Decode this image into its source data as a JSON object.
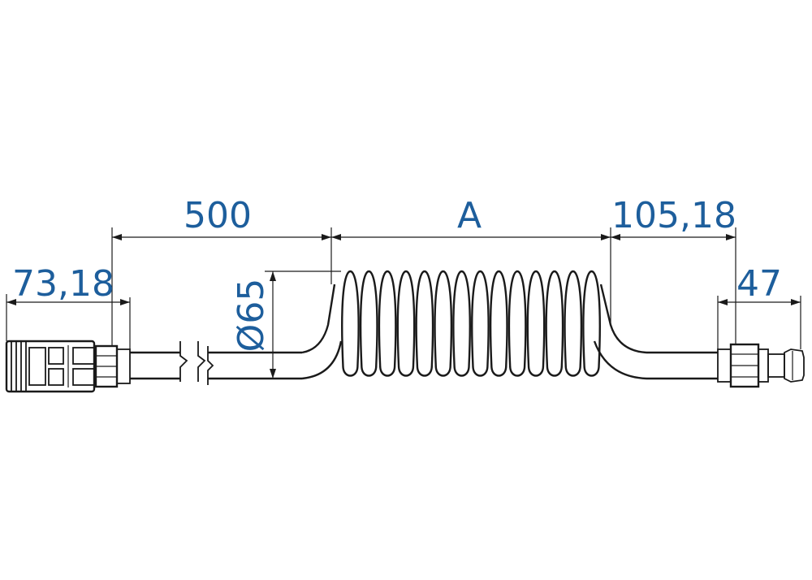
{
  "dimensions": {
    "socket_length": "73,18",
    "straight_length": "500",
    "coil_length": "A",
    "plug_end_length": "105,18",
    "plug_length": "47",
    "coil_diameter": "Ø65"
  },
  "colors": {
    "dimension_text": "#1d5e9c",
    "line": "#1a1a1a"
  },
  "coil": {
    "turns": 14
  }
}
